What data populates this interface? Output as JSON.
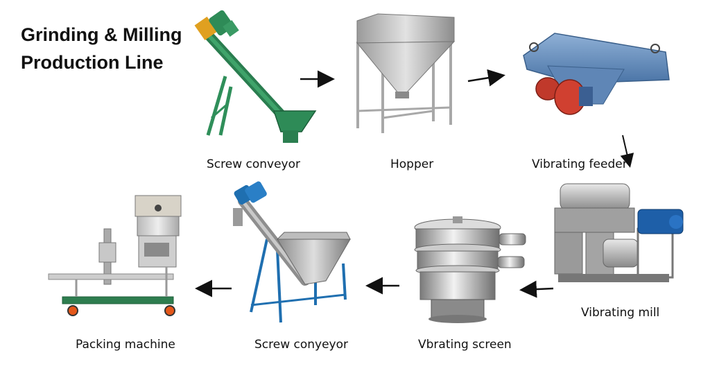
{
  "title": {
    "line1": "Grinding & Milling",
    "line2": "Production Line"
  },
  "steps": [
    {
      "label": "Screw conveyor",
      "icon": "screw-conveyor-icon"
    },
    {
      "label": "Hopper",
      "icon": "hopper-icon"
    },
    {
      "label": "Vibrating feeder",
      "icon": "vibrating-feeder-icon"
    },
    {
      "label": "Vibrating mill",
      "icon": "vibrating-mill-icon"
    },
    {
      "label": "Vbrating screen",
      "icon": "vibrating-screen-icon"
    },
    {
      "label": "Screw conyeyor",
      "icon": "screw-conveyor-icon"
    },
    {
      "label": "Packing machine",
      "icon": "packing-machine-icon"
    }
  ],
  "colors": {
    "green": "#2e8b57",
    "blue": "#1f6fb0",
    "steel": "#c8c8c8",
    "feeder_blue": "#5a86b8",
    "motor_red": "#c0392b",
    "motor_blue": "#1e5fa8"
  }
}
